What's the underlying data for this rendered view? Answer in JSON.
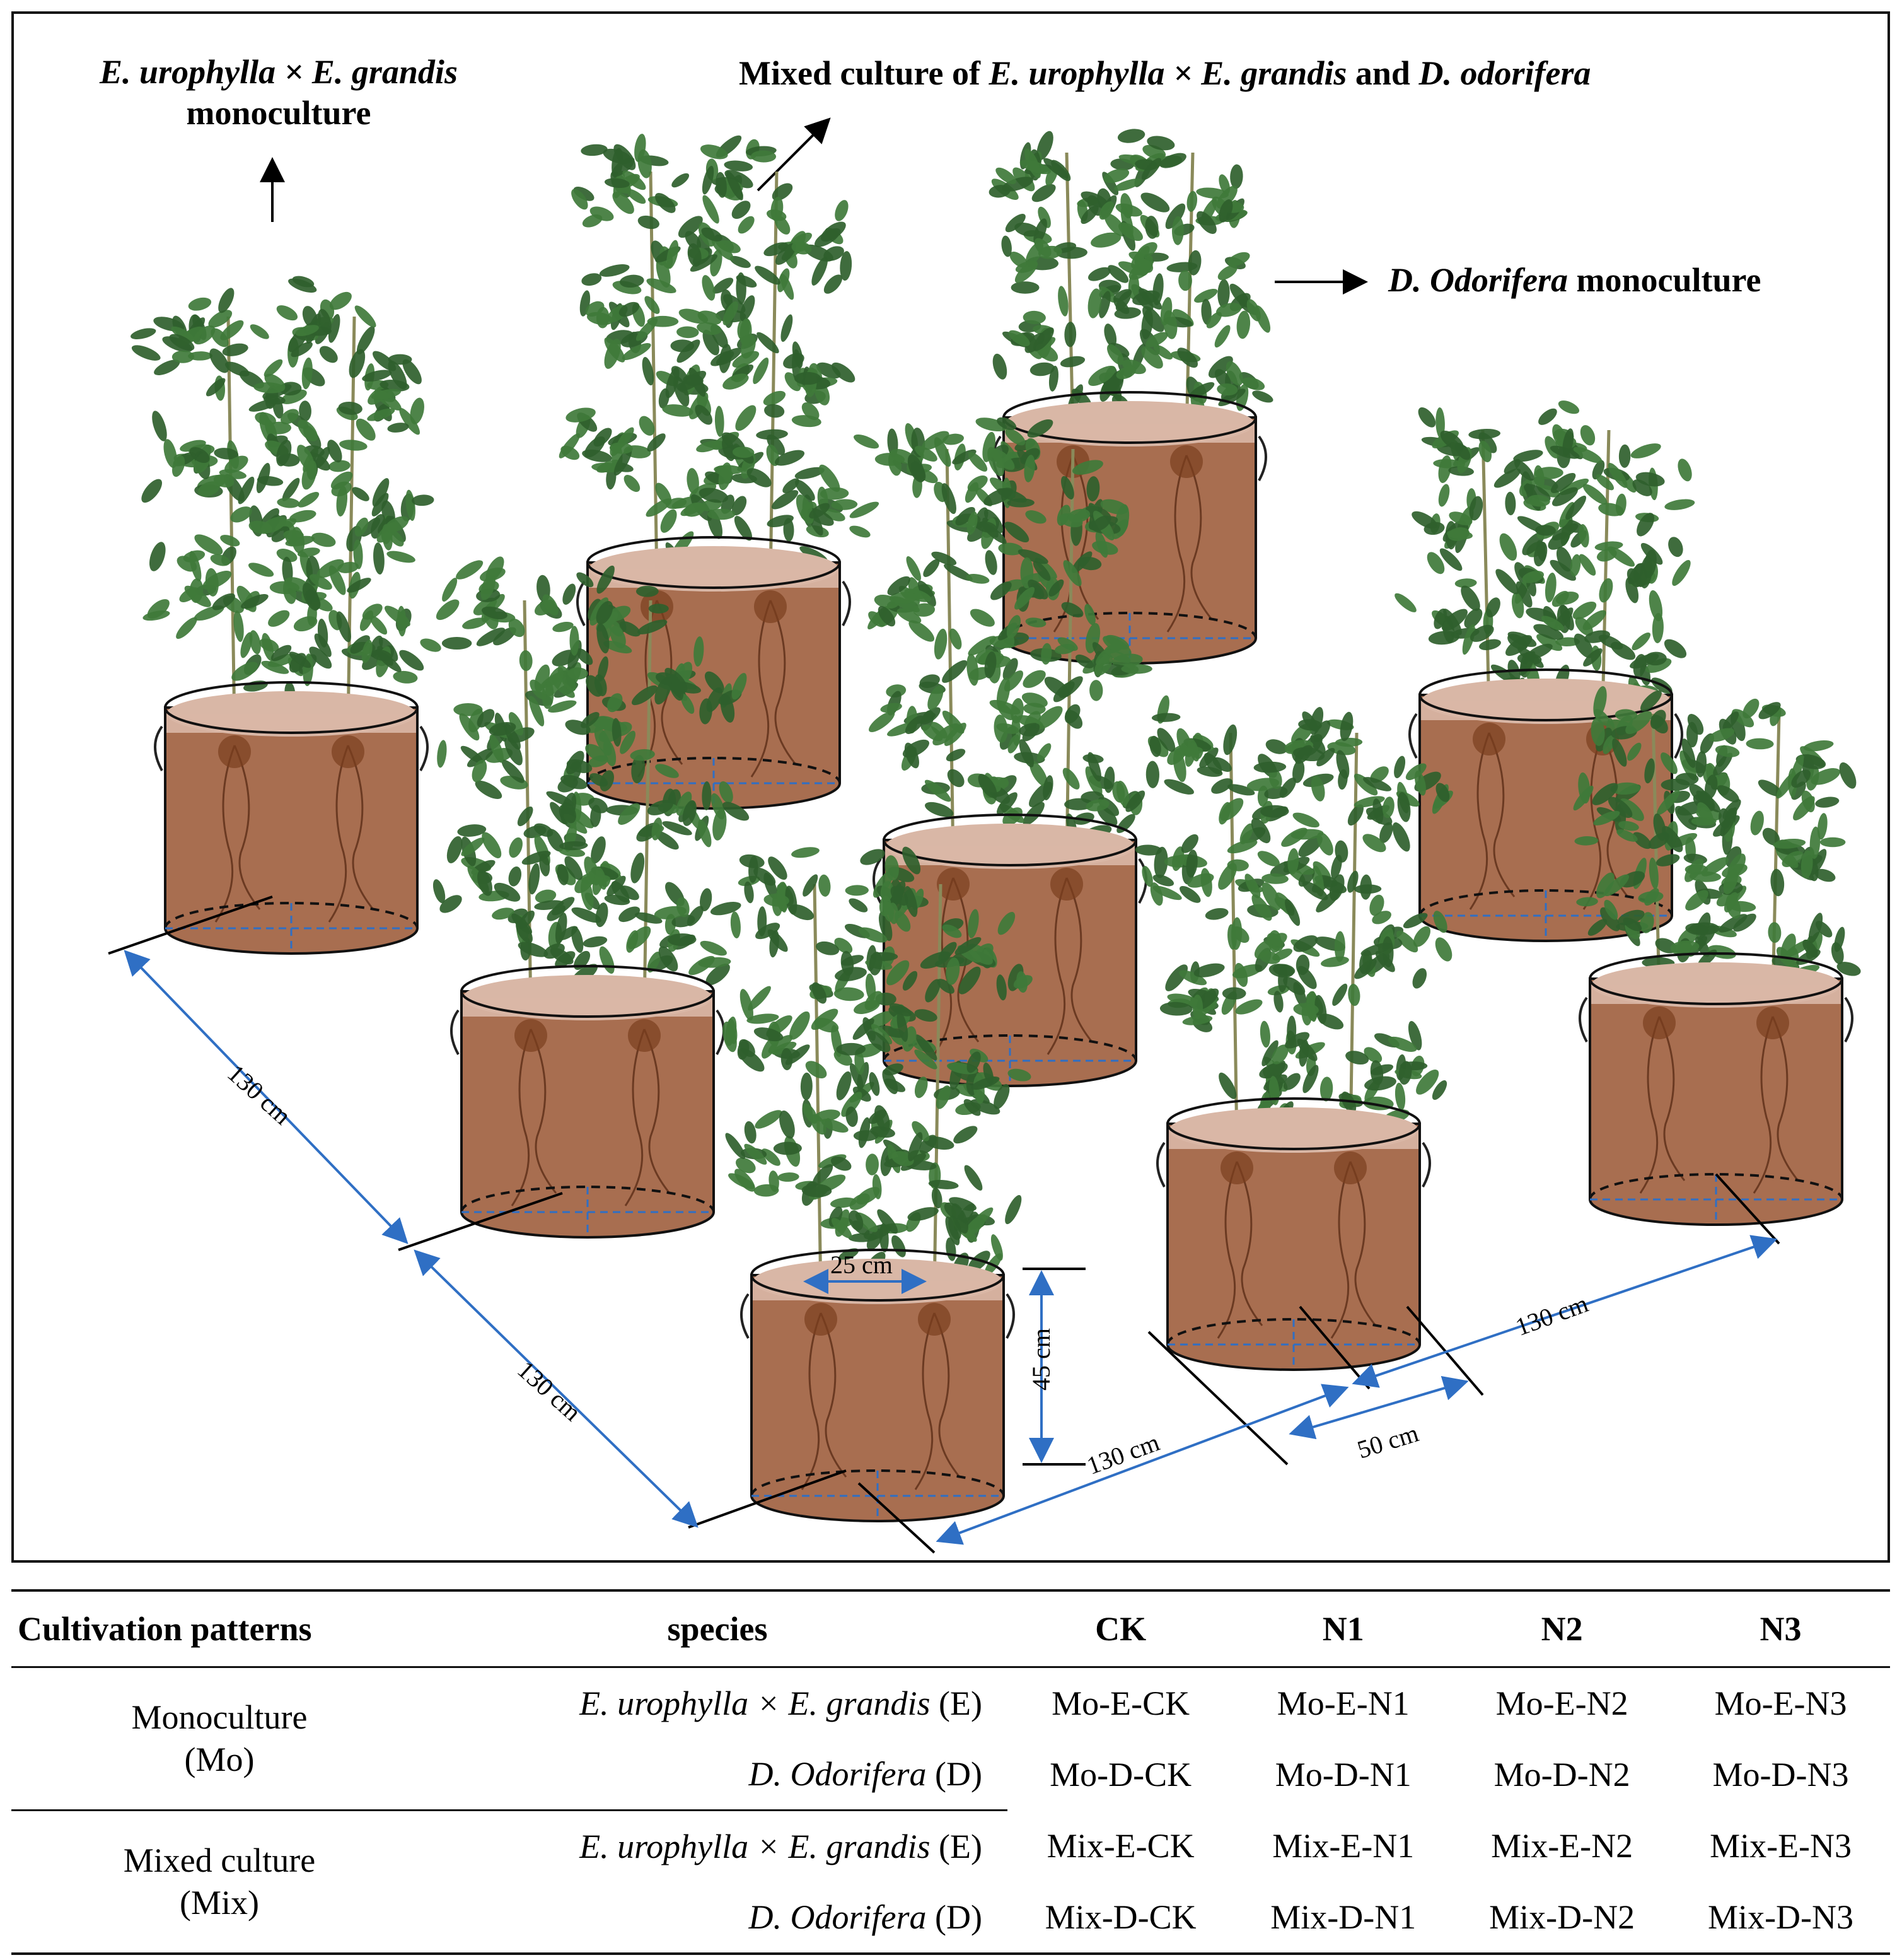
{
  "labels": {
    "eucalyptus_mono_line1": "E. urophylla × E. grandis",
    "eucalyptus_mono_line2": "monoculture",
    "mixed_prefix": "Mixed culture of ",
    "mixed_species1": "E. urophylla × E. grandis",
    "mixed_and": " and ",
    "mixed_species2": "D. odorifera",
    "dalbergia_species": "D. Odorifera",
    "dalbergia_suffix": " monoculture"
  },
  "dimensions": {
    "d1": "130 cm",
    "d2": "130 cm",
    "d3": "130 cm",
    "d4": "130 cm",
    "diameter": "25 cm",
    "height": "45 cm",
    "gap": "50 cm"
  },
  "colors": {
    "pot_fill": "#a86e50",
    "soil_top": "#d9b7a6",
    "leaf": "#3f7a3a",
    "dim_blue": "#2f6fc4"
  },
  "table": {
    "headers": [
      "Cultivation patterns",
      "species",
      "CK",
      "N1",
      "N2",
      "N3"
    ],
    "groups": [
      {
        "pattern_line1": "Monoculture",
        "pattern_line2": "(Mo)",
        "rows": [
          {
            "species_italic": "E. urophylla × E. grandis",
            "species_code": " (E)",
            "cells": [
              "Mo-E-CK",
              "Mo-E-N1",
              "Mo-E-N2",
              "Mo-E-N3"
            ]
          },
          {
            "species_italic": "D. Odorifera",
            "species_code": " (D)",
            "cells": [
              "Mo-D-CK",
              "Mo-D-N1",
              "Mo-D-N2",
              "Mo-D-N3"
            ]
          }
        ]
      },
      {
        "pattern_line1": "Mixed culture",
        "pattern_line2": "(Mix)",
        "rows": [
          {
            "species_italic": "E. urophylla × E. grandis",
            "species_code": " (E)",
            "cells": [
              "Mix-E-CK",
              "Mix-E-N1",
              "Mix-E-N2",
              "Mix-E-N3"
            ]
          },
          {
            "species_italic": "D. Odorifera",
            "species_code": " (D)",
            "cells": [
              "Mix-D-CK",
              "Mix-D-N1",
              "Mix-D-N2",
              "Mix-D-N3"
            ]
          }
        ]
      }
    ]
  }
}
